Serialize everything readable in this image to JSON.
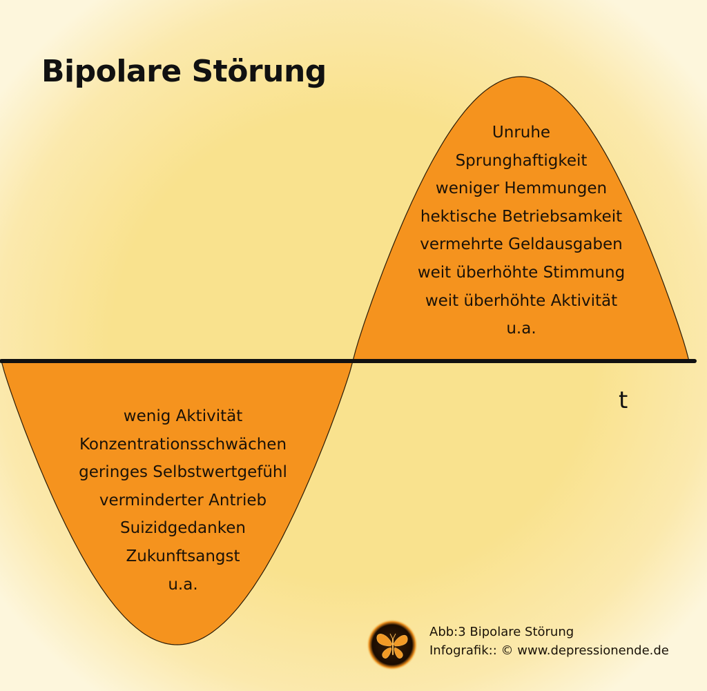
{
  "title": "Bipolare Störung",
  "colors": {
    "background": "#f9e28e",
    "fill": "#f5931e",
    "line": "#111111"
  },
  "time_axis_label": "t",
  "mania": {
    "symptoms": [
      "Unruhe",
      "Sprunghaftigkeit",
      "weniger Hemmungen",
      "hektische Betriebsamkeit",
      "vermehrte Geldausgaben",
      "weit überhöhte Stimmung",
      "weit überhöhte Aktivität",
      "u.a."
    ]
  },
  "depression": {
    "symptoms": [
      "wenig Aktivität",
      "Konzentrationsschwächen",
      "geringes Selbstwertgefühl",
      "verminderter Antrieb",
      "Suizidgedanken",
      "Zukunftsangst",
      "u.a."
    ]
  },
  "credit": {
    "caption": "Abb:3 Bipolare Störung",
    "source": "Infografik:: © www.depressionende.de",
    "logo_icon": "butterfly-icon"
  }
}
